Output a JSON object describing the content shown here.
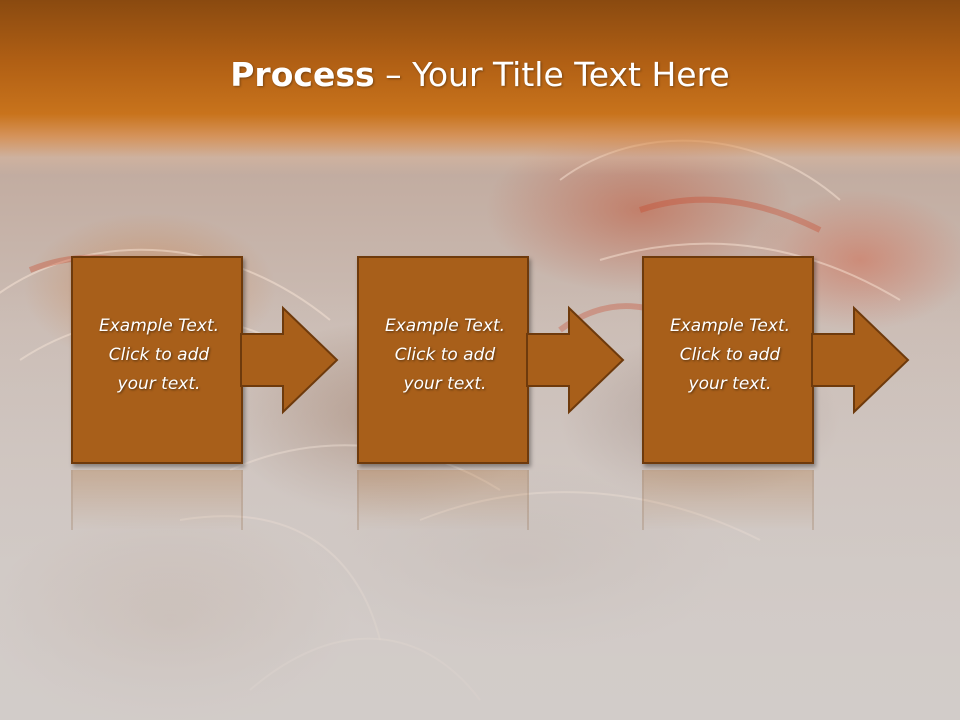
{
  "title": {
    "bold": "Process",
    "rest": " – Your Title Text Here"
  },
  "steps": [
    {
      "text": "Example Text.\nClick  to add\nyour text."
    },
    {
      "text": "Example Text.\nClick  to add\nyour text."
    },
    {
      "text": "Example Text.\nClick  to add\nyour text."
    }
  ],
  "colors": {
    "title_bar": "#b05f14",
    "box_fill": "#a85f1a",
    "box_border": "#6e3a0c",
    "text": "#ffffff"
  },
  "icons": [
    "arrow-right-icon"
  ]
}
